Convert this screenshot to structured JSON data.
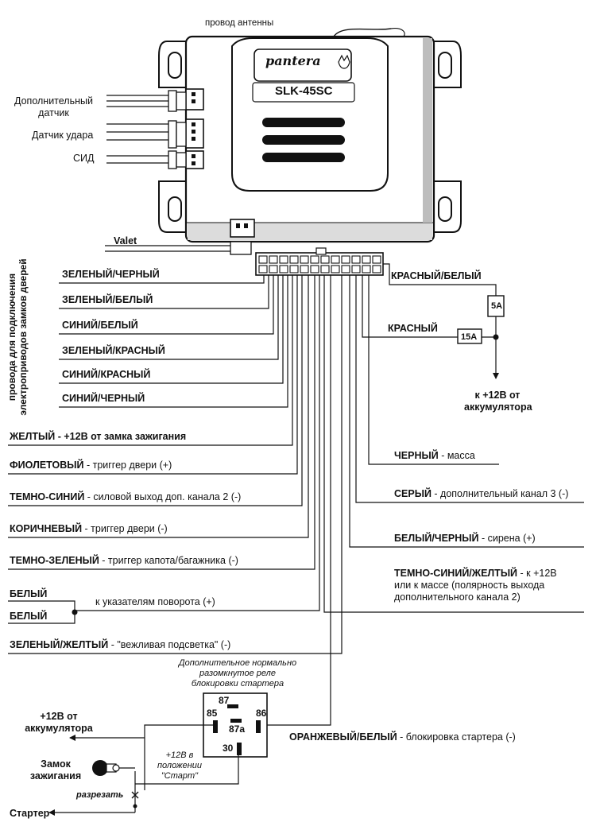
{
  "unit": {
    "brand": "pantera",
    "model": "SLK-45SC",
    "antenna_label": "провод антенны",
    "valet_label": "Valet"
  },
  "sensors": {
    "extra_sensor": "Дополнительный\nдатчик",
    "shock_sensor": "Датчик удара",
    "led": "СИД"
  },
  "door_locks_caption": "провода для подключения\nэлектроприводов замков дверей",
  "left_wires": {
    "green_black": "ЗЕЛЕНЫЙ/ЧЕРНЫЙ",
    "green_white": "ЗЕЛЕНЫЙ/БЕЛЫЙ",
    "blue_white": "СИНИЙ/БЕЛЫЙ",
    "green_red": "ЗЕЛЕНЫЙ/КРАСНЫЙ",
    "blue_red": "СИНИЙ/КРАСНЫЙ",
    "blue_black": "СИНИЙ/ЧЕРНЫЙ",
    "yellow": "ЖЕЛТЫЙ",
    "yellow_desc": " - +12В от замка зажигания",
    "violet": "ФИОЛЕТОВЫЙ",
    "violet_desc": " - триггер двери (+)",
    "dark_blue": "ТЕМНО-СИНИЙ",
    "dark_blue_desc": " - силовой выход доп. канала 2 (-)",
    "brown": "КОРИЧНЕВЫЙ",
    "brown_desc": " - триггер двери (-)",
    "dark_green": "ТЕМНО-ЗЕЛЕНЫЙ",
    "dark_green_desc": " - триггер капота/багажника (-)",
    "white_1": "БЕЛЫЙ",
    "white_2": "БЕЛЫЙ",
    "turn_signals": "к указателям поворота (+)",
    "green_yellow": "ЗЕЛЕНЫЙ/ЖЕЛТЫЙ",
    "green_yellow_desc": " - \"вежливая подсветка\"  (-)"
  },
  "right_wires": {
    "red_white": "КРАСНЫЙ/БЕЛЫЙ",
    "red": "КРАСНЫЙ",
    "fuse_5a": "5A",
    "fuse_15a": "15A",
    "battery": "к +12В от\nаккумулятора",
    "black": "ЧЕРНЫЙ",
    "black_desc": " - масса",
    "grey": "СЕРЫЙ",
    "grey_desc": " - дополнительный канал 3 (-)",
    "white_black": "БЕЛЫЙ/ЧЕРНЫЙ",
    "white_black_desc": " - сирена (+)",
    "dark_blue_yellow": "ТЕМНО-СИНИЙ/ЖЕЛТЫЙ",
    "dark_blue_yellow_desc": " - к +12В\nили к массе (полярность выхода\nдополнительного канала 2)"
  },
  "relay": {
    "caption": "Дополнительное нормально\nразомкнутое реле\nблокировки стартера",
    "pin_87": "87",
    "pin_85": "85",
    "pin_86": "86",
    "pin_87a": "87a",
    "pin_30": "30",
    "orange_white": "ОРАНЖЕВЫЙ/БЕЛЫЙ",
    "orange_white_desc": " - блокировка стартера (-)",
    "battery": "+12В от\nаккумулятора",
    "ignition_lock": "Замок\nзажигания",
    "start_note": "+12В в\nположении\n\"Старт\"",
    "cut": "разрезать",
    "starter": "Стартер"
  }
}
